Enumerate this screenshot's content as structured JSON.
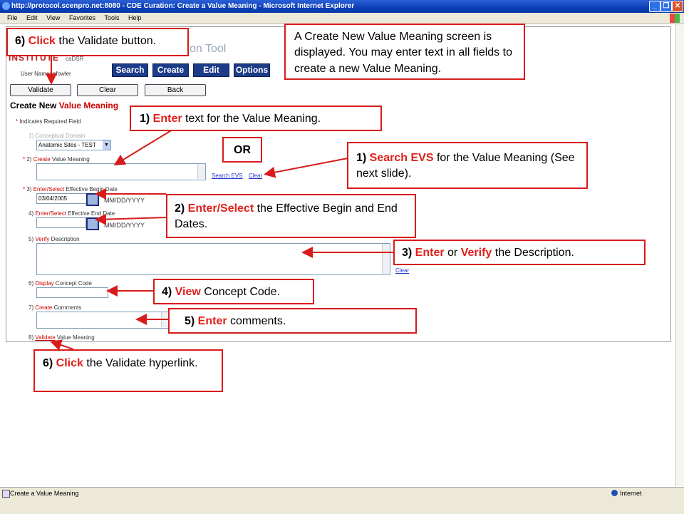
{
  "window": {
    "title": "http://protocol.scenpro.net:8080 - CDE Curation: Create a Value Meaning - Microsoft Internet Explorer",
    "menus": [
      "File",
      "Edit",
      "View",
      "Favorites",
      "Tools",
      "Help"
    ]
  },
  "app": {
    "brand": "INSTITUTE",
    "cadsr": "caDSR",
    "tool_title": "on Tool",
    "user_name": "User Name: pfowler",
    "nav": [
      "Search",
      "Create",
      "Edit",
      "Options"
    ],
    "actions": [
      "Validate",
      "Clear",
      "Back"
    ]
  },
  "form": {
    "heading_a": "Create New ",
    "heading_b": "Value Meaning",
    "required_note": "Indicates Required Field",
    "f1_label": "1) Conceptual Domain",
    "f1_value": "Anatomic Sites - TEST",
    "f2_num": "2) ",
    "f2_red": "Create",
    "f2_rest": " Value Meaning",
    "search_evs": "Search EVS",
    "clear": "Clear",
    "f3_num": "3) ",
    "f3_red": "Enter/Select",
    "f3_rest": " Effective Begin Date",
    "begin_date": "03/04/2005",
    "date_format": "MM/DD/YYYY",
    "f4_num": "4) ",
    "f4_red": "Enter/Select",
    "f4_rest": " Effective End Date",
    "f5_num": "5) ",
    "f5_red": "Verify",
    "f5_rest": " Description",
    "f6_num": "6) ",
    "f6_red": "Display",
    "f6_rest": " Concept Code",
    "f7_num": "7) ",
    "f7_red": "Create",
    "f7_rest": " Comments",
    "f8_num": "8) ",
    "f8_link": "Validate",
    "f8_rest": " Value Meaning"
  },
  "status": {
    "text": "Create a Value Meaning",
    "zone": "Internet"
  },
  "callouts": {
    "c_top": {
      "num": "6) ",
      "hi": "Click",
      "rest": " the Validate button."
    },
    "c_info": "A Create New Value Meaning screen is displayed. You may enter text in all fields to create a new Value Meaning.",
    "c1": {
      "num": "1) ",
      "hi": "Enter",
      "rest": " text for the Value Meaning."
    },
    "c_or": "OR",
    "c1b": {
      "num": "1) ",
      "hi": "Search EVS",
      "rest": " for  the Value Meaning (See next slide)."
    },
    "c2": {
      "num": "2) ",
      "hi": "Enter/Select",
      "rest": " the Effective Begin and End Dates."
    },
    "c3": {
      "num": "3) ",
      "hi": "Enter",
      "mid": " or ",
      "hi2": "Verify",
      "rest": " the Description."
    },
    "c4": {
      "num": "4) ",
      "hi": "View",
      "rest": " Concept Code."
    },
    "c5": {
      "num": "5) ",
      "hi": "Enter",
      "rest": " comments."
    },
    "c6": {
      "num": "6) ",
      "hi": "Click",
      "rest": " the Validate hyperlink."
    }
  },
  "colors": {
    "callout_border": "#d81b1b",
    "highlight": "#e0201b",
    "nav_bg": "#1c3b88"
  }
}
